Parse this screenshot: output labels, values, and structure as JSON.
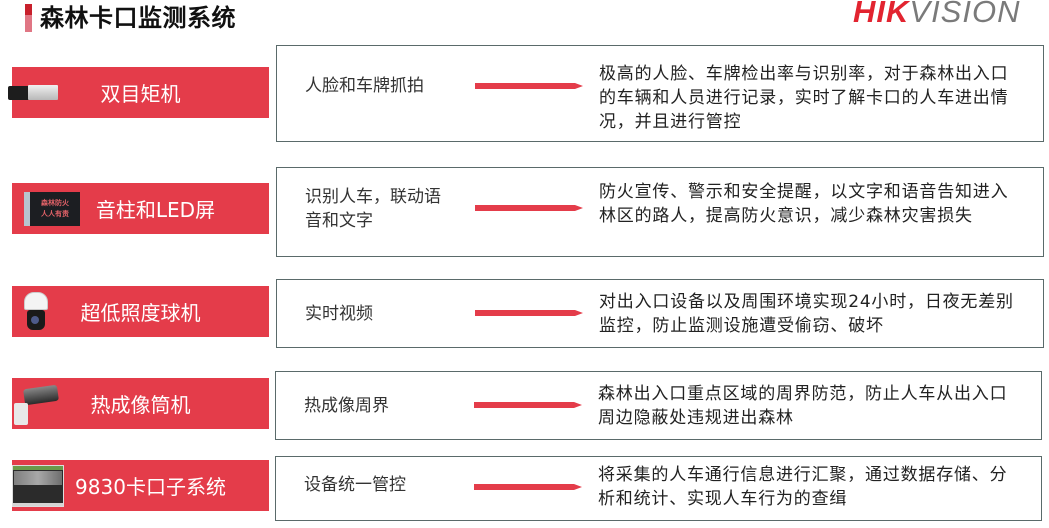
{
  "header": {
    "title": "森林卡口监测系统",
    "logo_red": "HIK",
    "logo_gray": "VISION",
    "accent_color": "#e43c4a"
  },
  "rows": [
    {
      "device": "双目矩机",
      "icon": "bullet-camera-icon",
      "feature": "人脸和车牌抓拍",
      "description": "极高的人脸、车牌检出率与识别率，对于森林出入口的车辆和人员进行记录，实时了解卡口的人车进出情况，并且进行管控"
    },
    {
      "device": "音柱和LED屏",
      "icon": "led-screen-icon",
      "icon_text_line1": "森林防火",
      "icon_text_line2": "人人有责",
      "feature": "识别人车，联动语音和文字",
      "description": "防火宣传、警示和安全提醒，以文字和语音告知进入林区的路人，提高防火意识，减少森林灾害损失"
    },
    {
      "device": "超低照度球机",
      "icon": "dome-camera-icon",
      "feature": "实时视频",
      "description": "对出入口设备以及周围环境实现24小时，日夜无差别监控，防止监测设施遭受偷窃、破坏"
    },
    {
      "device": "热成像筒机",
      "icon": "thermal-camera-icon",
      "feature": "热成像周界",
      "description": "森林出入口重点区域的周界防范，防止人车从出入口周边隐蔽处违规进出森林"
    },
    {
      "device": "9830卡口子系统",
      "icon": "software-screen-icon",
      "feature": "设备统一管控",
      "description": "将采集的人车通行信息进行汇聚，通过数据存储、分析和统计、实现人车行为的查缉"
    }
  ]
}
